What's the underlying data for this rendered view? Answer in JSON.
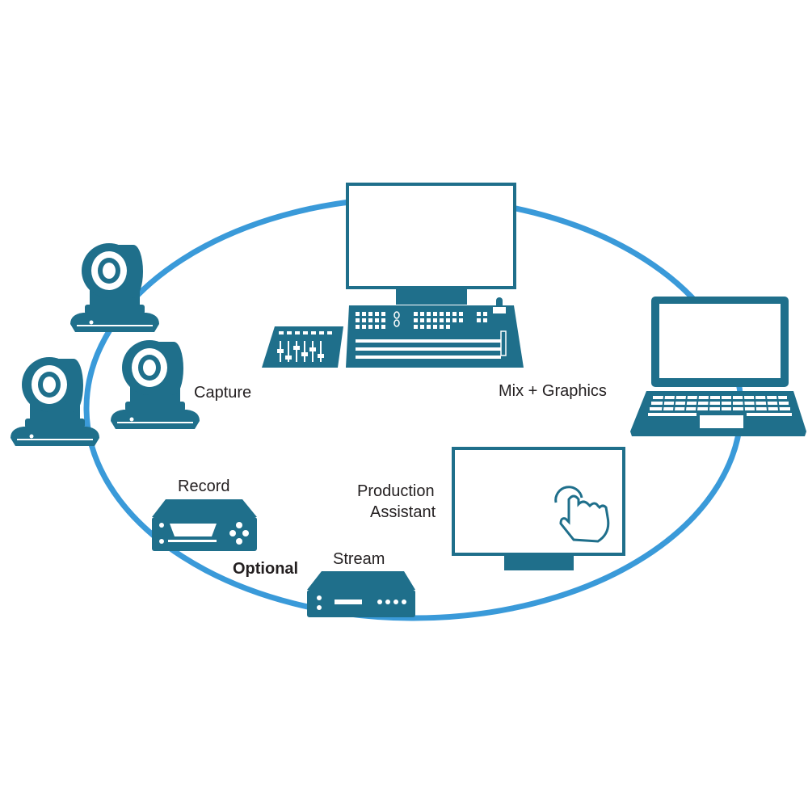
{
  "colors": {
    "ring": "#3a9ad9",
    "device": "#1f6f8b",
    "background": "#ffffff",
    "text": "#231f20"
  },
  "labels": {
    "capture": "Capture",
    "mix_graphics": "Mix + Graphics",
    "record": "Record",
    "production_line1": "Production",
    "production_line2": "Assistant",
    "optional": "Optional",
    "stream": "Stream"
  },
  "icons": {
    "cameras": [
      "ptz-camera-icon",
      "ptz-camera-icon",
      "ptz-camera-icon"
    ],
    "switcher": "production-switcher-icon",
    "laptop": "laptop-icon",
    "touchscreen": "touchscreen-monitor-icon",
    "recorder": "recorder-icon",
    "streamer": "streaming-encoder-icon"
  }
}
